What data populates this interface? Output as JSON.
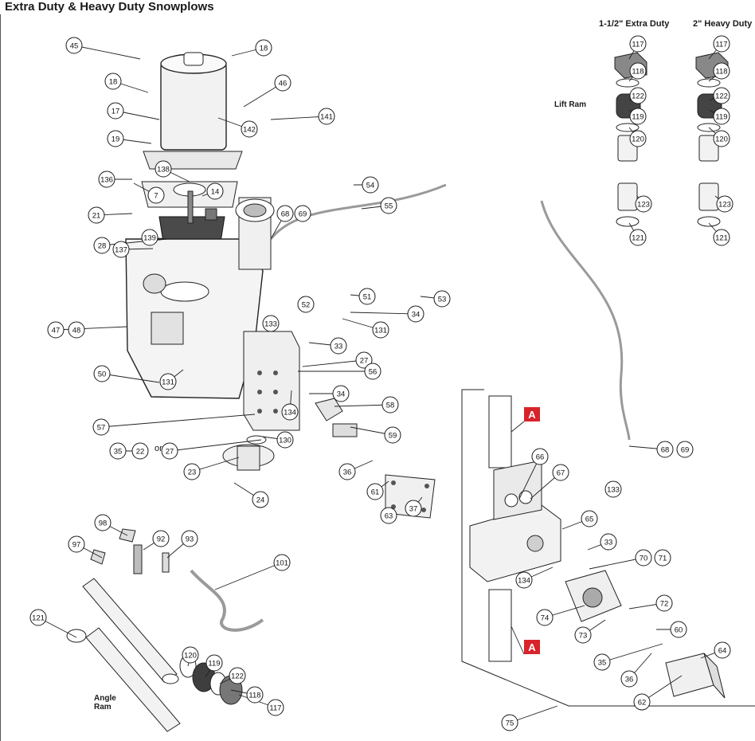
{
  "title": "Extra Duty & Heavy Duty Snowplows",
  "headers": {
    "extra_duty": "1-1/2\" Extra Duty",
    "heavy_duty": "2\" Heavy Duty"
  },
  "labels": {
    "lift_ram": "Lift Ram",
    "angle_ram": "Angle\nRam",
    "or_word": "or",
    "valve_tag": "A"
  },
  "colors": {
    "callout_fill": "#ffffff",
    "callout_stroke": "#1a1a1a",
    "part_fill": "#efefef",
    "part_dark": "#3a3a3a",
    "tag_red": "#d8232a",
    "hose": "#d9d6c8"
  },
  "callouts": [
    "45",
    "18",
    "18",
    "46",
    "17",
    "141",
    "142",
    "19",
    "138",
    "136",
    "7",
    "14",
    "21",
    "28",
    "54",
    "55",
    "68",
    "69",
    "139",
    "137",
    "51",
    "53",
    "52",
    "34",
    "131",
    "47",
    "48",
    "133",
    "33",
    "27",
    "50",
    "56",
    "131",
    "134",
    "34",
    "57",
    "58",
    "59",
    "130",
    "22",
    "27",
    "23",
    "35",
    "36",
    "24",
    "61",
    "63",
    "37",
    "117",
    "118",
    "122",
    "119",
    "120",
    "123",
    "121",
    "117",
    "118",
    "122",
    "119",
    "120",
    "123",
    "121",
    "66",
    "67",
    "65",
    "33",
    "70",
    "71",
    "134",
    "68",
    "69",
    "133",
    "72",
    "74",
    "73",
    "60",
    "64",
    "35",
    "36",
    "62",
    "75",
    "98",
    "97",
    "92",
    "93",
    "101",
    "121",
    "120",
    "119",
    "122",
    "118",
    "117"
  ]
}
